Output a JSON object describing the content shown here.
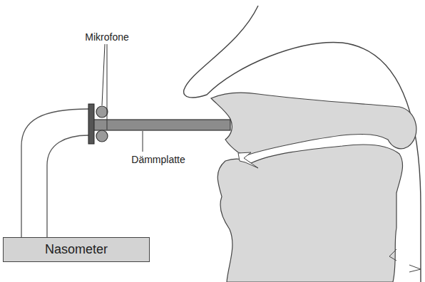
{
  "diagram": {
    "nodes": [
      {
        "text": [
          "Nasometer"
        ]
      }
    ],
    "labels": [
      "Mikrofone",
      "Dämmplatte"
    ]
  }
}
